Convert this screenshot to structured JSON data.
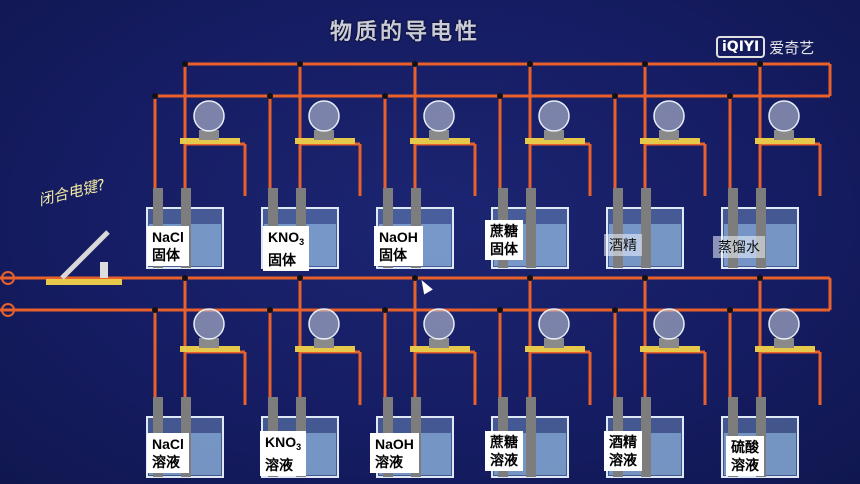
{
  "title": "物质的导电性",
  "logo": {
    "mark": "iQIYI",
    "text": "爱奇艺"
  },
  "switch_label": "闭合电键?",
  "top_row": [
    {
      "line1": "NaCl",
      "line2": "固体",
      "style": "solid"
    },
    {
      "line1": "KNO",
      "sub": "3",
      "line2": "固体",
      "style": "solid"
    },
    {
      "line1": "NaOH",
      "line2": "固体",
      "style": "solid"
    },
    {
      "line1": "蔗糖",
      "line2": "固体",
      "style": "solid"
    },
    {
      "line1": "酒精",
      "line2": "",
      "style": "faded"
    },
    {
      "line1": "蒸馏水",
      "line2": "",
      "style": "faded"
    }
  ],
  "bottom_row": [
    {
      "line1": "NaCl",
      "line2": "溶液"
    },
    {
      "line1": "KNO",
      "sub": "3",
      "line2": "溶液"
    },
    {
      "line1": "NaOH",
      "line2": "溶液"
    },
    {
      "line1": "蔗糖",
      "line2": "溶液"
    },
    {
      "line1": "酒精",
      "line2": "溶液"
    },
    {
      "line1": "硫酸",
      "line2": "溶液"
    }
  ],
  "colors": {
    "wire": "#e8602a",
    "background": "#151c62",
    "electrode": "#7d7d7d",
    "bulb": "#cfd6e0",
    "liquid": "#9fc8ee"
  }
}
